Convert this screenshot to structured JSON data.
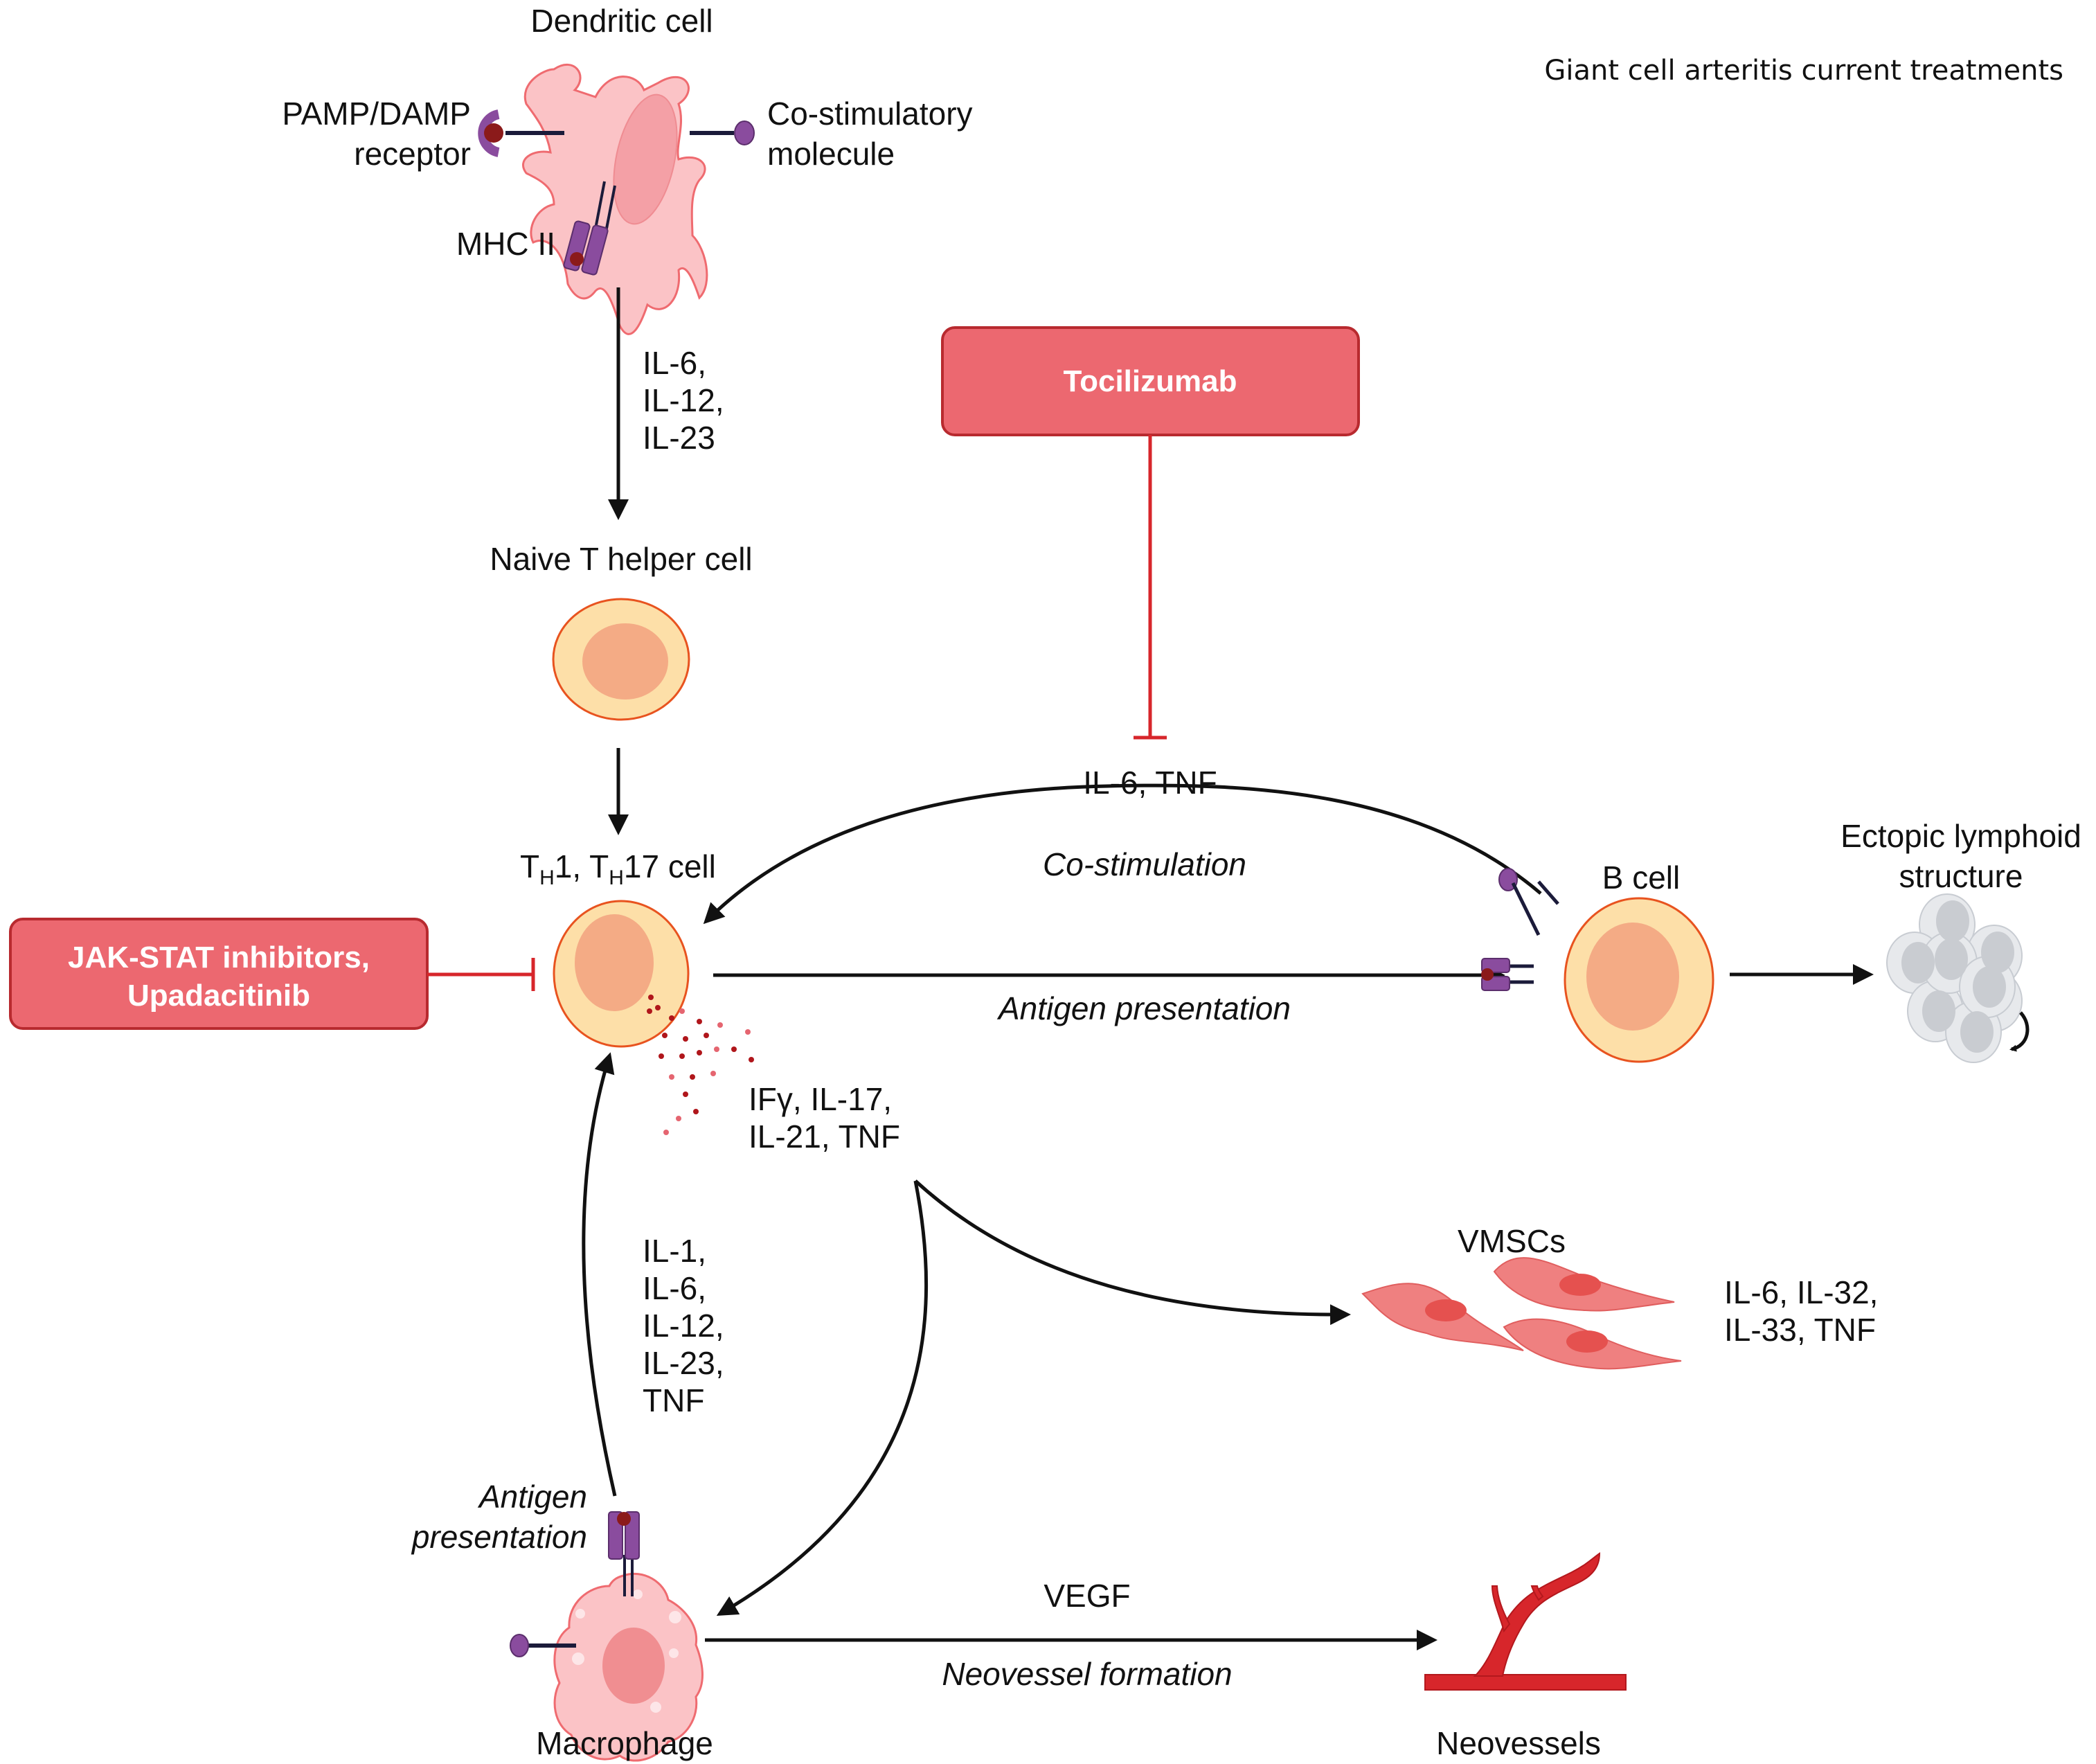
{
  "figure": {
    "title": "Giant cell arteritis current treatments"
  },
  "cells": {
    "dendritic": {
      "label": "Dendritic cell",
      "receptor_left": [
        "PAMP/DAMP",
        "receptor"
      ],
      "receptor_right": [
        "Co-stimulatory",
        "molecule"
      ],
      "mhc": "MHC II"
    },
    "naive_t": {
      "label": "Naive T helper cell"
    },
    "th": {
      "label_parts": [
        "T",
        "H",
        "1, T",
        "H",
        "17 cell"
      ]
    },
    "b_cell": {
      "label": "B cell"
    },
    "ectopic": {
      "label": [
        "Ectopic lymphoid",
        "structure"
      ]
    },
    "vmsc": {
      "label": "VMSCs"
    },
    "macrophage": {
      "label": "Macrophage"
    },
    "neovessels": {
      "label": "Neovessels"
    }
  },
  "cytokines": {
    "dc_to_naive": [
      "IL-6,",
      "IL-12,",
      "IL-23"
    ],
    "b_to_th": "IL-6, TNF",
    "th_secreted": [
      "IFγ, IL-17,",
      "IL-21, TNF"
    ],
    "macrophage_to_th": [
      "IL-1,",
      "IL-6,",
      "IL-12,",
      "IL-23,",
      "TNF"
    ],
    "vmsc_secreted": [
      "IL-6, IL-32,",
      "IL-33, TNF"
    ],
    "vegf": "VEGF"
  },
  "processes": {
    "co_stimulation": "Co-stimulation",
    "antigen_presentation_b": "Antigen presentation",
    "antigen_presentation_mac": [
      "Antigen",
      "presentation"
    ],
    "neovessel_formation": "Neovessel formation"
  },
  "treatments": {
    "tocilizumab": {
      "label": "Tocilizumab",
      "target": "IL-6, TNF"
    },
    "jak_stat": {
      "label": [
        "JAK-STAT inhibitors,",
        "Upadacitinib"
      ],
      "target": "TH1, TH17 cell"
    }
  },
  "colors": {
    "drug_fill": "#ec6870",
    "drug_border": "#b82a2f",
    "inhibition": "#d7262b",
    "t_cell_outer": "#fddfa8",
    "t_cell_nucleus": "#f4ab85",
    "cell_border": "#e8531f",
    "dc_fill": "#fbc3c6",
    "receptor_purple": "#8a4c9e",
    "antigen_red": "#8b1a1a",
    "vmsc_fill": "#ef8080",
    "vessel_red": "#d7262b"
  }
}
